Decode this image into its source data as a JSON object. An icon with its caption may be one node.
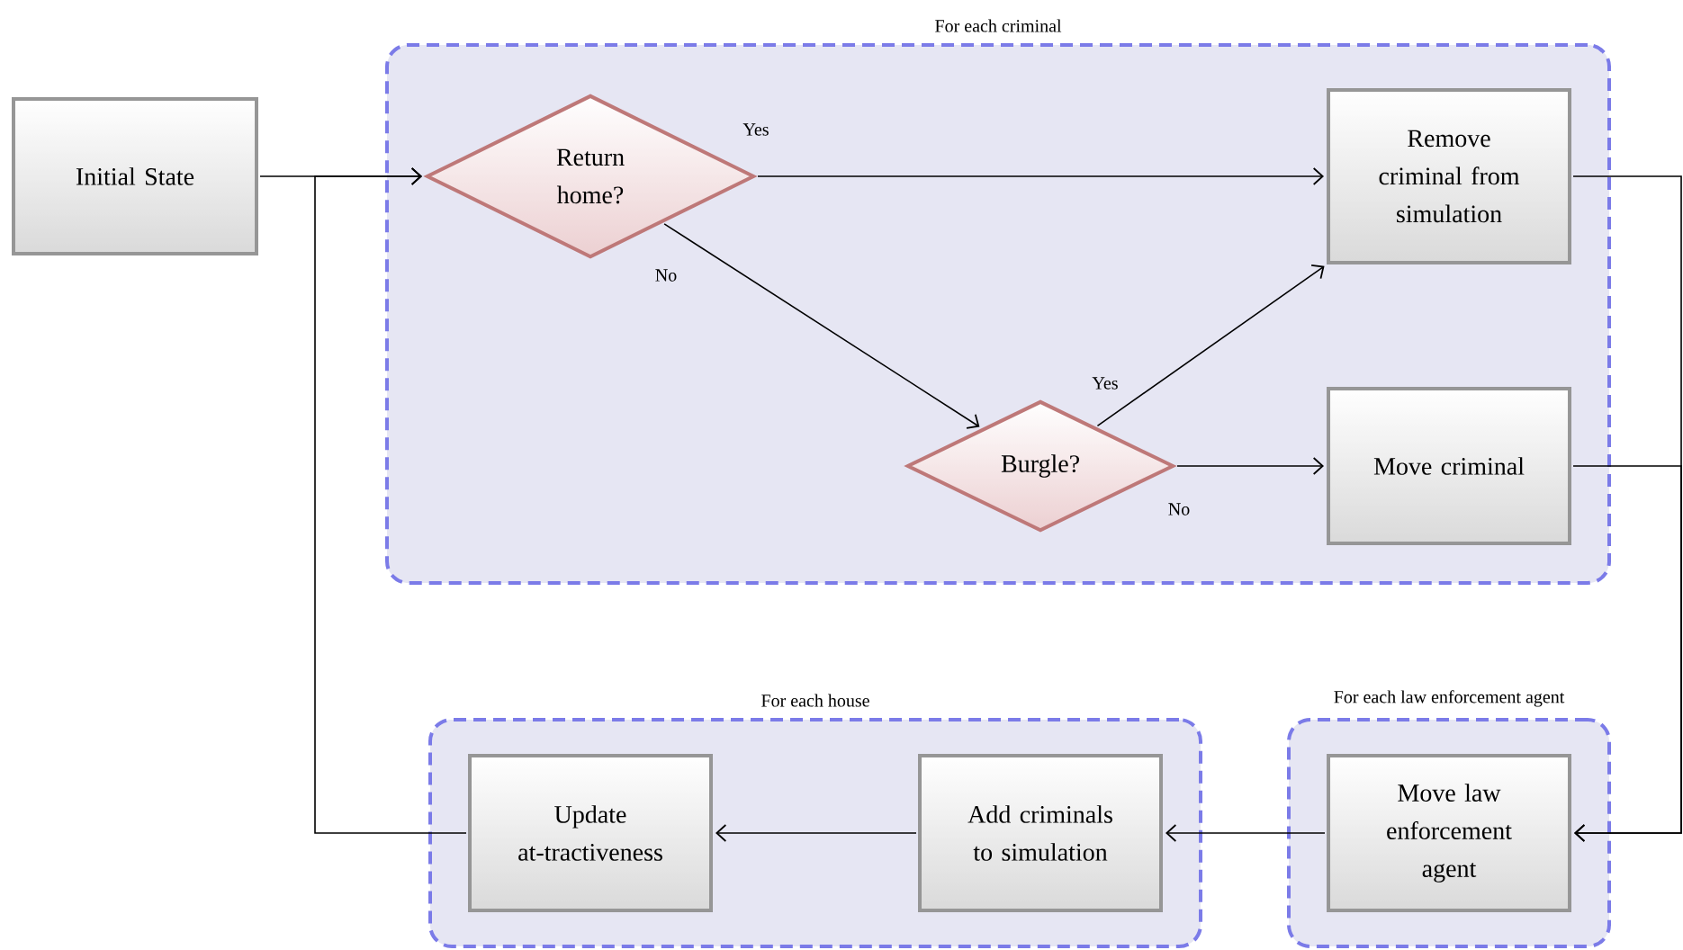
{
  "diagram": {
    "nodes": [
      {
        "text": [
          "Initial State"
        ]
      },
      {
        "text": [
          "For each criminal"
        ]
      },
      {
        "text": [
          "Return home?"
        ],
        "in": 1
      },
      {
        "text": [
          "Remove criminal from simulation"
        ],
        "in": 1
      },
      {
        "text": [
          "Burgle?"
        ],
        "in": 1
      },
      {
        "text": [
          "Move criminal"
        ],
        "in": 1
      },
      {
        "text": [
          "For each house"
        ]
      },
      {
        "text": [
          "Update at-tractiveness"
        ],
        "in": 6
      },
      {
        "text": [
          "Add criminals to simulation"
        ],
        "in": 6
      },
      {
        "text": [
          "For each law enforcement agent"
        ]
      },
      {
        "text": [
          "Move law enforcement agent"
        ],
        "in": 9
      }
    ],
    "edges": [
      {
        "from": 0,
        "to": 2,
        "arrow": "to"
      },
      {
        "from": 2,
        "to": 3,
        "arrow": "to",
        "label": "Yes"
      },
      {
        "from": 2,
        "to": 4,
        "arrow": "to",
        "label": "No"
      },
      {
        "from": 4,
        "to": 3,
        "arrow": "to",
        "label": "Yes"
      },
      {
        "from": 4,
        "to": 5,
        "arrow": "to",
        "label": "No"
      },
      {
        "from": 3,
        "to": 10,
        "arrow": "to"
      },
      {
        "from": 5,
        "to": 10,
        "arrow": "to"
      },
      {
        "from": 10,
        "to": 8,
        "arrow": "to"
      },
      {
        "from": 8,
        "to": 7,
        "arrow": "to"
      },
      {
        "from": 7,
        "to": 2,
        "arrow": "to"
      }
    ]
  }
}
